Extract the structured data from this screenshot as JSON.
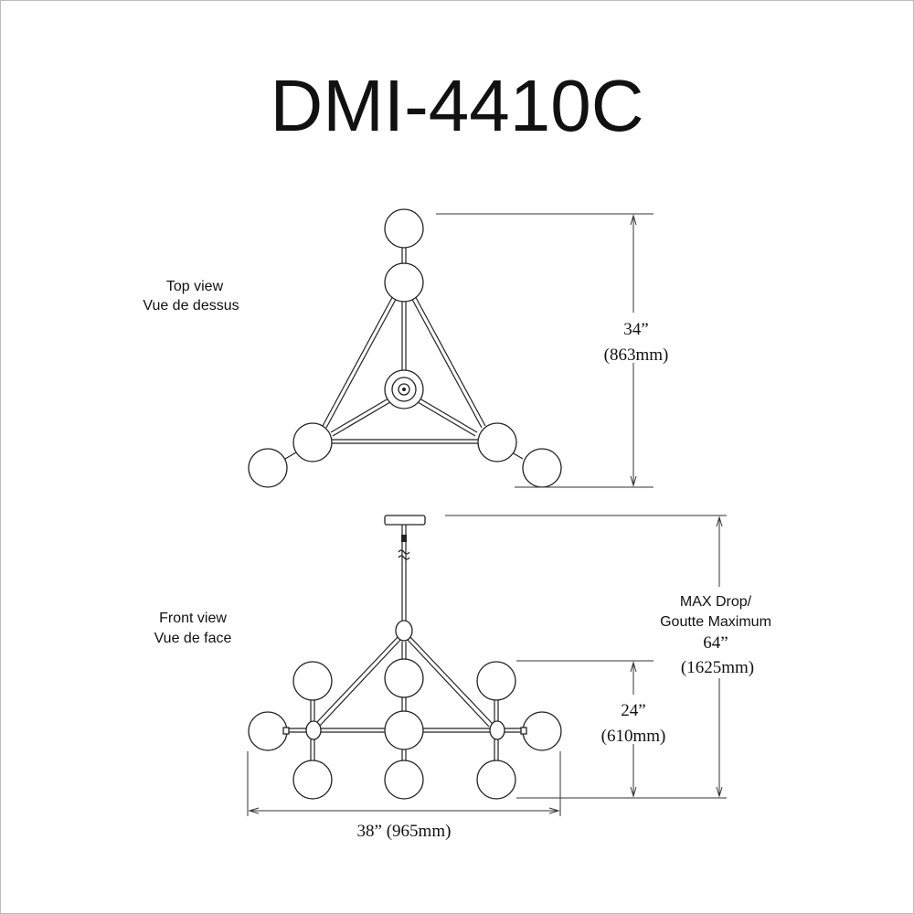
{
  "title": "DMI-4410C",
  "top_view": {
    "label_en": "Top view",
    "label_fr": "Vue de dessus",
    "depth_in": "34”",
    "depth_mm": "(863mm)"
  },
  "front_view": {
    "label_en": "Front view",
    "label_fr": "Vue de face",
    "max_drop_en": "MAX Drop/",
    "max_drop_fr": "Goutte Maximum",
    "max_drop_in": "64”",
    "max_drop_mm": "(1625mm)",
    "height_in": "24”",
    "height_mm": "(610mm)",
    "width": "38” (965mm)"
  }
}
